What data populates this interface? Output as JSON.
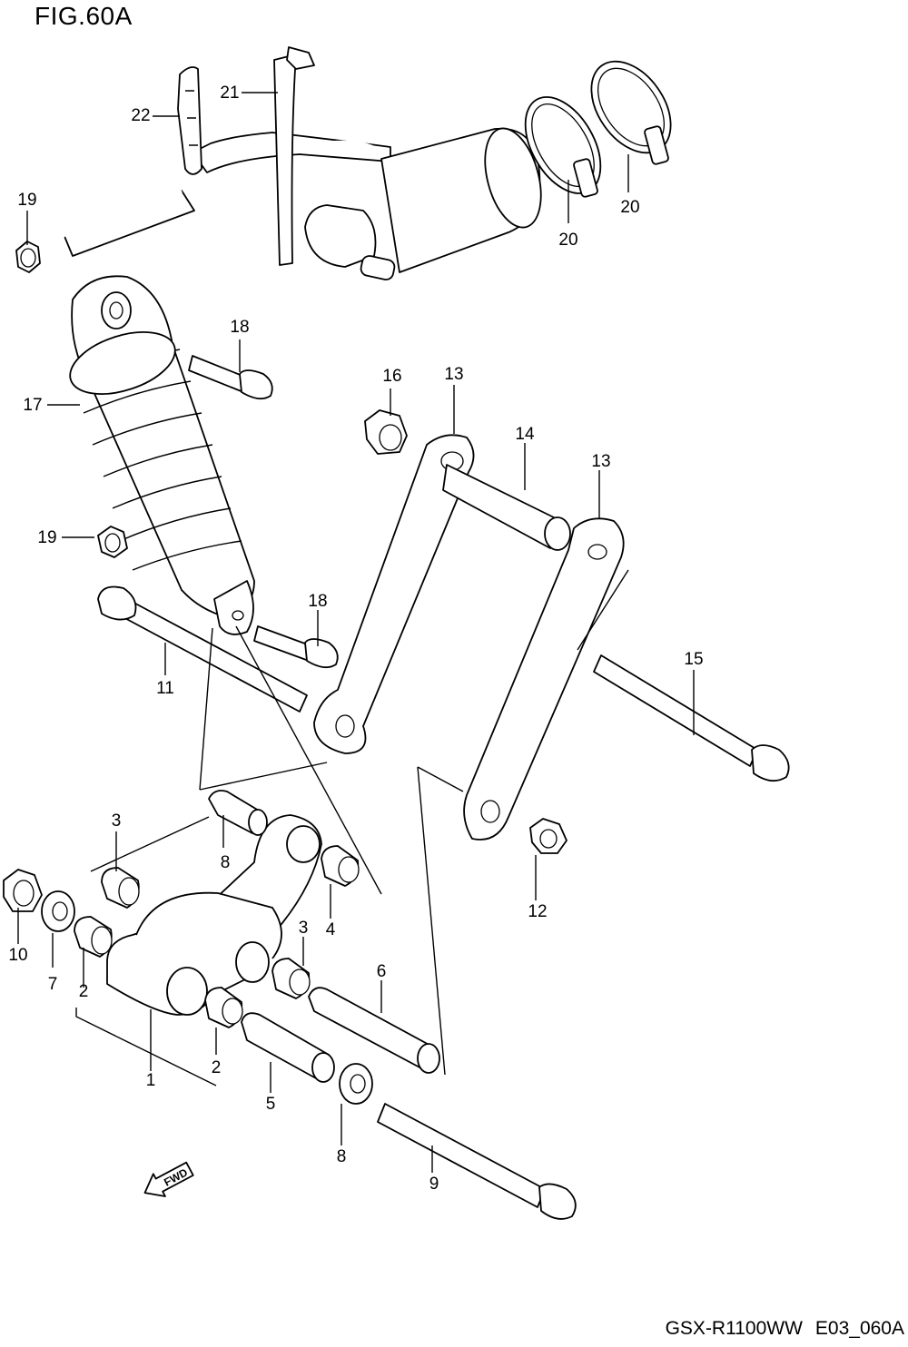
{
  "figure": {
    "title": "FIG.60A",
    "model": "GSX-R1100WW",
    "code": "E03_060A",
    "fwd_label": "FWD"
  },
  "callouts": [
    "1",
    "2",
    "2",
    "3",
    "3",
    "4",
    "5",
    "6",
    "7",
    "8",
    "8",
    "9",
    "10",
    "11",
    "12",
    "13",
    "13",
    "14",
    "15",
    "16",
    "17",
    "18",
    "18",
    "19",
    "19",
    "20",
    "20",
    "21",
    "22"
  ]
}
